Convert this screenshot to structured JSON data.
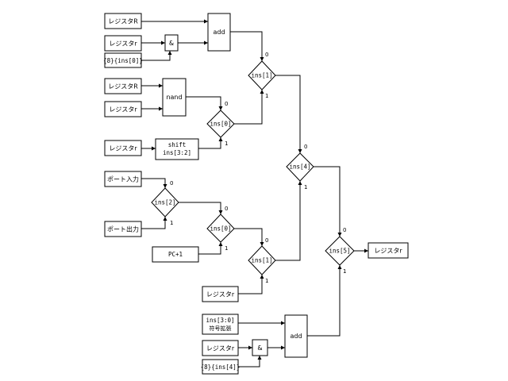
{
  "blocks": {
    "reg_R_1": "レジスタR",
    "reg_r_1": "レジスタr",
    "imm_ins0": "{8}{ins[0]}",
    "and_1": "&",
    "add_1": "add",
    "reg_R_2": "レジスタR",
    "reg_r_2": "レジスタr",
    "nand": "nand",
    "reg_r_3": "レジスタr",
    "shift_1": "shift",
    "shift_2": "ins[3:2]",
    "port_in": "ポート入力",
    "port_out": "ポート出力",
    "pc1": "PC+1",
    "reg_r_4": "レジスタr",
    "sext_1": "ins[3:0]",
    "sext_2": "符号拡張",
    "reg_r_5": "レジスタr",
    "and_2": "&",
    "imm_ins4": "{8}{ins[4]}",
    "add_2": "add",
    "dest_reg": "レジスタr"
  },
  "muxes": {
    "mux_ins1_top": "ins[1]",
    "mux_ins0_top": "ins[0]",
    "mux_ins2": "ins[2]",
    "mux_ins0_bot": "ins[0]",
    "mux_ins1_bot": "ins[1]",
    "mux_ins4": "ins[4]",
    "mux_ins5": "ins[5]"
  },
  "port_labels": {
    "zero": "0",
    "one": "1"
  }
}
